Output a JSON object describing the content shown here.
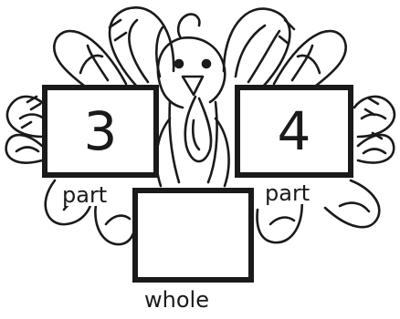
{
  "worksheet": {
    "left_box": {
      "value": "3",
      "label": "part"
    },
    "right_box": {
      "value": "4",
      "label": "part"
    },
    "whole_box": {
      "value": "",
      "label": "whole"
    }
  },
  "illustration": {
    "subject": "turkey-outline-icon",
    "line_color": "#1a1a1a",
    "background_color": "#ffffff"
  }
}
